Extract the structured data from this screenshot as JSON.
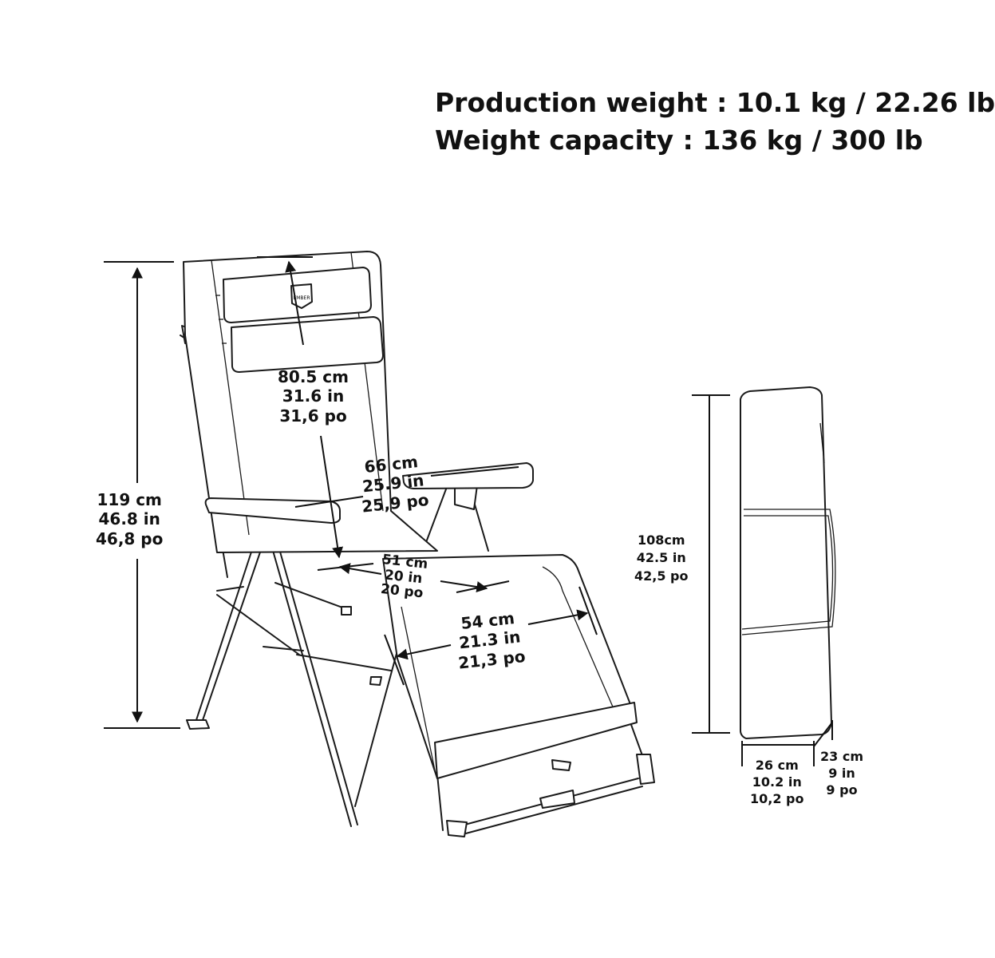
{
  "specs": {
    "production_weight": "Production weight : 10.1 kg / 22.26 lb",
    "weight_capacity": "Weight capacity : 136 kg / 300 lb"
  },
  "dimensions": {
    "height": [
      "119 cm",
      "46.8 in",
      "46,8 po"
    ],
    "backrest": [
      "80.5 cm",
      "31.6 in",
      "31,6 po"
    ],
    "width": [
      "66 cm",
      "25.9 in",
      "25,9 po"
    ],
    "seat_depth": [
      "51 cm",
      "20 in",
      "20 po"
    ],
    "seat_width": [
      "54 cm",
      "21.3 in",
      "21,3 po"
    ],
    "bag_height": [
      "108cm",
      "42.5 in",
      "42,5 po"
    ],
    "bag_width": [
      "26 cm",
      "10.2 in",
      "10,2 po"
    ],
    "bag_depth": [
      "23 cm",
      "9 in",
      "9 po"
    ]
  },
  "logo_text": "EMBER",
  "colors": {
    "line": "#1a1a1a",
    "background": "#ffffff"
  }
}
